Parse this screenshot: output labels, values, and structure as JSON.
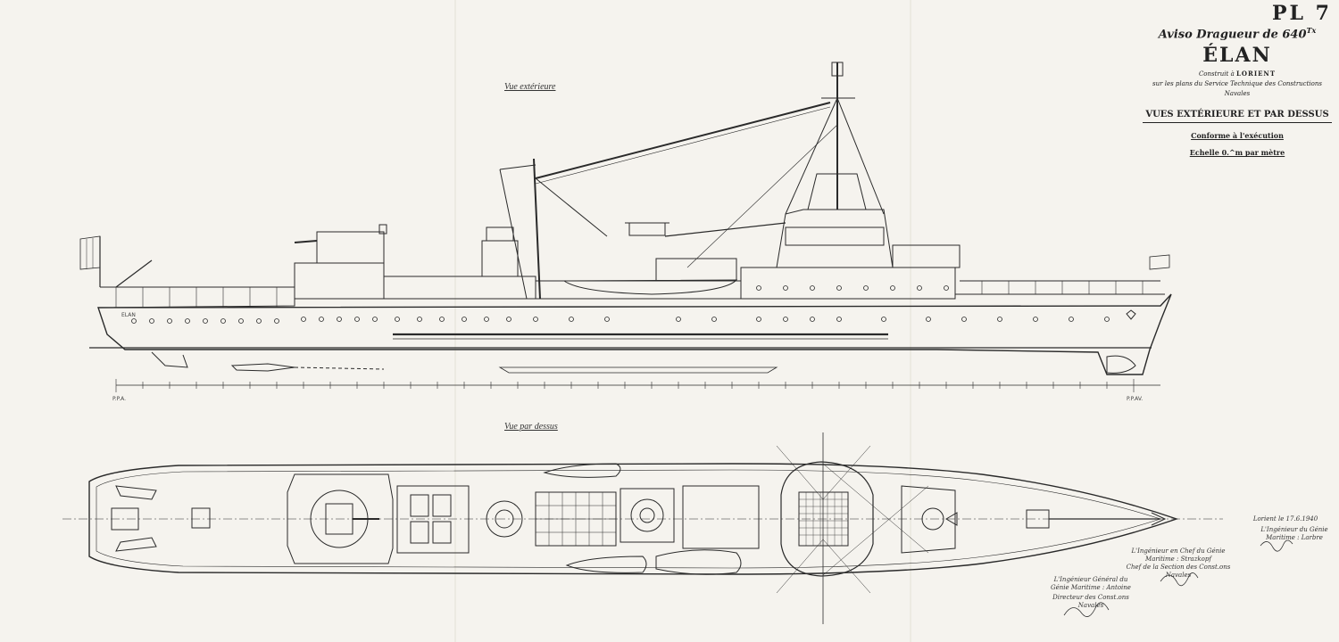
{
  "title_block": {
    "plate": "PL 7",
    "ship_type": "Aviso Dragueur de 640",
    "ship_type_sup": "Tx",
    "ship_name": "ÉLAN",
    "built_prefix": "Construit à",
    "built_place": "LORIENT",
    "built_on_plans": "sur les plans du Service Technique des Constructions Navales",
    "views_title": "VUES EXTÉRIEURE ET PAR DESSUS",
    "conformity": "Conforme à l'exécution",
    "scale": "Echelle 0.^m par mètre"
  },
  "view_labels": {
    "exterior": "Vue extérieure",
    "top": "Vue par dessus"
  },
  "hull_markings": {
    "stern_name": "ELAN"
  },
  "scale_marks": {
    "aft": "P.P.A.",
    "fwd": "P.P.AV."
  },
  "signatures": {
    "date": "Lorient le 17.6.1940",
    "engineer_right": "L'Ingénieur du Génie Maritime : Larbre",
    "chief_engineer": "L'Ingénieur en Chef du Génie Maritime : Strazkopf",
    "chief_section": "Chef de la Section des Const.ons Navales",
    "general_engineer": "L'Ingénieur Général du Génie Maritime : Antoine",
    "director": "Directeur des Const.ons Navales"
  },
  "colors": {
    "paper": "#f5f3ee",
    "ink": "#2a2a2a"
  }
}
